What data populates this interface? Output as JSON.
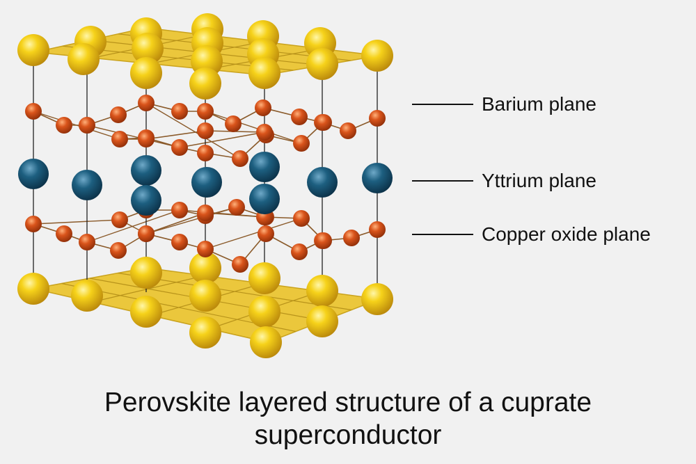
{
  "labels": [
    {
      "text": "Barium plane"
    },
    {
      "text": "Yttrium plane"
    },
    {
      "text": "Copper oxide plane"
    }
  ],
  "caption": {
    "line1": "Perovskite layered structure of a cuprate",
    "line2": "superconductor"
  },
  "colors": {
    "barium": "#f2c515",
    "yttrium": "#1b5d7e",
    "copper_oxide": "#d6531a",
    "plane_fill": "#e9c53a",
    "bond": "#8a5a2a",
    "background": "#f1f1f1"
  }
}
